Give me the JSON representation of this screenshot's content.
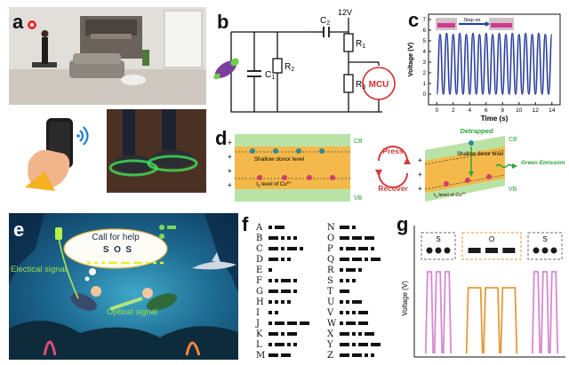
{
  "panels": {
    "a": "a",
    "b": "b",
    "c": "c",
    "d": "d",
    "e": "e",
    "f": "f",
    "g": "g"
  },
  "circuit": {
    "supply": "12V",
    "c1": "C",
    "c1_sub": "1",
    "c2": "C",
    "c2_sub": "2",
    "r1": "R",
    "r1_sub": "1",
    "r2": "R",
    "r2_sub": "2",
    "r3": "R",
    "r3_sub": "3",
    "mcu": "MCU",
    "colors": {
      "mcu_ring": "#d62b2b",
      "mcu_text": "#d62b2b",
      "device": "#7b3fa0",
      "device_tip": "#6ad04a"
    }
  },
  "chart_c": {
    "chart_data": {
      "type": "line",
      "xlabel": "Time (s)",
      "ylabel": "Voltage (V)",
      "xticks": [
        "0",
        "2",
        "4",
        "6",
        "8",
        "10",
        "12",
        "14"
      ],
      "xlim": [
        -1,
        15
      ],
      "yticks": [
        "0",
        "1",
        "2",
        "3",
        "4",
        "5",
        "6",
        "7"
      ],
      "ylim": [
        -1,
        7.5
      ],
      "series": [
        {
          "x": [
            0.0,
            0.4,
            0.8,
            1.2,
            1.6,
            2.0,
            2.4,
            2.8,
            3.2,
            3.6,
            4.0,
            4.4,
            4.8,
            5.2,
            5.6,
            6.0,
            6.4,
            6.8,
            7.2,
            7.6,
            8.0,
            8.4,
            8.8,
            9.2,
            9.6,
            10.0,
            10.4,
            10.8,
            11.2,
            11.6,
            12.0,
            12.4,
            12.8,
            13.2,
            13.6,
            14.0
          ],
          "y": [
            0,
            5.6,
            0,
            5.7,
            0,
            5.6,
            0,
            5.7,
            0,
            5.6,
            0,
            5.7,
            0,
            5.6,
            0,
            5.7,
            0,
            5.6,
            0,
            5.7,
            0,
            5.6,
            0,
            5.7,
            0,
            5.6,
            0,
            5.7,
            0,
            5.6,
            0,
            5.7,
            0,
            5.6,
            0,
            5.6
          ]
        }
      ],
      "color": "#2b3f9e"
    },
    "inset_label": "Step on",
    "inset_arrow_color": "#1f3ea8"
  },
  "band_diagram": {
    "left": {
      "cb": "CB",
      "vb": "VB",
      "shallow": "Shallow donor level",
      "t2": "t",
      "t2_sub": "2",
      "t2_rest": " level of Cu",
      "t2_sup": "2+"
    },
    "middle": {
      "press": "Press",
      "recover": "Recover"
    },
    "right": {
      "cb": "CB",
      "vb": "VB",
      "shallow": "Shallow donor level",
      "t2": "t",
      "t2_sub": "2",
      "t2_rest": " level of Cu",
      "t2_sup": "2+",
      "detrapped": "Detrapped",
      "emission": "Green Emission"
    },
    "colors": {
      "band_fill": "#f4b94a",
      "cb": "#b9e3a6",
      "vb": "#b9e3a6",
      "press": "#d23a3a",
      "recover": "#d23a3a",
      "detrapped": "#2aa43a",
      "emission": "#2aa43a"
    }
  },
  "scene_e": {
    "cloud_title": "Call for help",
    "sos": "S  O  S",
    "electrical": "Electical signal",
    "optical": "Optical signal"
  },
  "morse_table": {
    "left": [
      {
        "letter": "A",
        "code": ".-"
      },
      {
        "letter": "B",
        "code": "-..."
      },
      {
        "letter": "C",
        "code": "-.-."
      },
      {
        "letter": "D",
        "code": "-.."
      },
      {
        "letter": "E",
        "code": "."
      },
      {
        "letter": "F",
        "code": "..-."
      },
      {
        "letter": "G",
        "code": "--."
      },
      {
        "letter": "H",
        "code": "...."
      },
      {
        "letter": "I",
        "code": ".."
      },
      {
        "letter": "J",
        "code": ".---"
      },
      {
        "letter": "K",
        "code": "-.-"
      },
      {
        "letter": "L",
        "code": ".-.."
      },
      {
        "letter": "M",
        "code": "--"
      }
    ],
    "right": [
      {
        "letter": "N",
        "code": "-."
      },
      {
        "letter": "O",
        "code": "---"
      },
      {
        "letter": "P",
        "code": ".--."
      },
      {
        "letter": "Q",
        "code": "--.-"
      },
      {
        "letter": "R",
        "code": ".-."
      },
      {
        "letter": "S",
        "code": "..."
      },
      {
        "letter": "T",
        "code": "-"
      },
      {
        "letter": "U",
        "code": "..-"
      },
      {
        "letter": "V",
        "code": "...-"
      },
      {
        "letter": "W",
        "code": ".--"
      },
      {
        "letter": "X",
        "code": "-..-"
      },
      {
        "letter": "Y",
        "code": "-.--"
      },
      {
        "letter": "Z",
        "code": "--.."
      }
    ]
  },
  "chart_g": {
    "ylabel": "Voltage (V)",
    "groups": [
      {
        "label": "S",
        "pulses": 3,
        "kind": "short",
        "color": "#d58ad0",
        "box": "#6b6b6b"
      },
      {
        "label": "O",
        "pulses": 3,
        "kind": "long",
        "color": "#e39a3a",
        "box": "#e39a3a"
      },
      {
        "label": "S",
        "pulses": 3,
        "kind": "short",
        "color": "#d58ad0",
        "box": "#6b6b6b"
      }
    ],
    "chart_data": {
      "type": "line",
      "ylabel": "Voltage (V)",
      "series": [
        {
          "name": "S",
          "pulse_heights": [
            1,
            1,
            1
          ],
          "pulse_width": "short"
        },
        {
          "name": "O",
          "pulse_heights": [
            0.75,
            0.75,
            0.75
          ],
          "pulse_width": "long"
        },
        {
          "name": "S",
          "pulse_heights": [
            1,
            1,
            1
          ],
          "pulse_width": "short"
        }
      ]
    }
  }
}
